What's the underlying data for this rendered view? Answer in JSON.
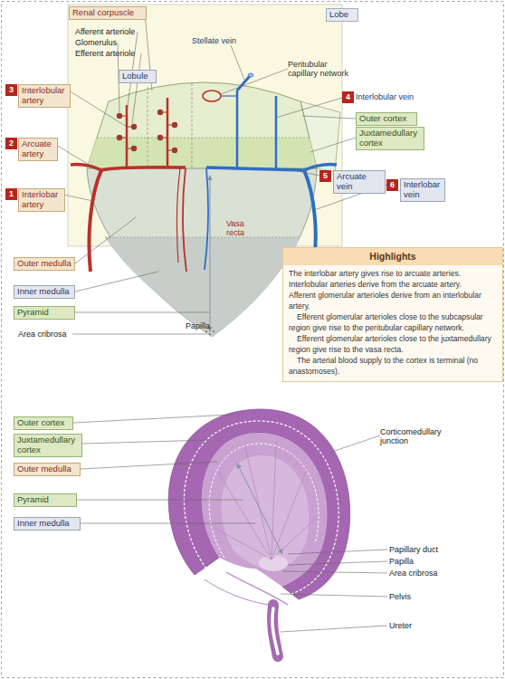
{
  "diagram": {
    "nodes": [
      {
        "text": [
          "Renal corpuscle"
        ]
      },
      {
        "text": [
          "Lobe"
        ]
      },
      {
        "text": [
          "Lobule"
        ]
      },
      {
        "text": [
          "3"
        ]
      },
      {
        "text": [
          "Interlobular artery"
        ]
      },
      {
        "text": [
          "4"
        ]
      },
      {
        "text": [
          "Outer cortex"
        ]
      },
      {
        "text": [
          "Juxtamedullary cortex"
        ]
      },
      {
        "text": [
          "2"
        ]
      },
      {
        "text": [
          "Arcuate artery"
        ]
      },
      {
        "text": [
          "5"
        ]
      },
      {
        "text": [
          "Arcuate vein"
        ]
      },
      {
        "text": [
          "6"
        ]
      },
      {
        "text": [
          "Interlobar vein"
        ]
      },
      {
        "text": [
          "1"
        ]
      },
      {
        "text": [
          "Interlobar artery"
        ]
      },
      {
        "text": [
          "Highlights",
          "The interlobar artery gives rise to arcuate arteries.",
          "Interlobular arteries derive from the arcuate artery.",
          "Afferent glomerular arterioles derive from an interlobular artery.",
          "Efferent glomerular arterioles close to the subcapsular region give rise to the peritubular capillary network.",
          "Efferent glomerular arterioles close to the juxtamedullary region give rise to the vasa recta.",
          "The arterial blood supply to the cortex is terminal (no anastomoses)."
        ]
      },
      {
        "text": [
          "Outer medulla"
        ]
      },
      {
        "text": [
          "Inner medulla"
        ]
      },
      {
        "text": [
          "Pyramid"
        ]
      },
      {
        "text": [
          "Outer cortex"
        ]
      },
      {
        "text": [
          "Juxtamedullary cortex"
        ]
      },
      {
        "text": [
          "Outer medulla"
        ]
      },
      {
        "text": [
          "Pyramid"
        ]
      },
      {
        "text": [
          "Inner medulla"
        ]
      }
    ],
    "labels": [
      "Afferent arteriole",
      "Glomerulus",
      "Efferent arteriole",
      "Stellate vein",
      "Peritubular capillary network",
      "Interlobular vein",
      "Vasa recta",
      "Papilla",
      "Area cribrosa",
      "Corticomedullary junction",
      "Papillary duct",
      "Papilla",
      "Area cribrosa",
      "Pelvis",
      "Ureter"
    ]
  }
}
